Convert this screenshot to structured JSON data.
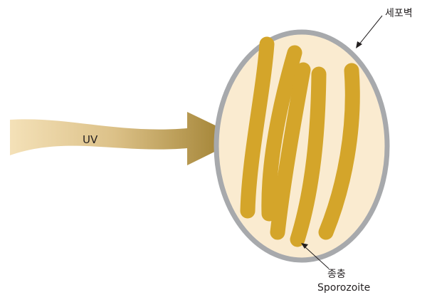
{
  "diagram": {
    "arrow_label": "UV",
    "cell_wall_label": "세포벽",
    "sporozoite_label_ko": "종충",
    "sporozoite_label_en": "Sporozoite",
    "colors": {
      "cell_fill": "#faebd0",
      "cell_wall": "#a7a9ac",
      "sporozoite": "#d4a52a",
      "arrow_start": "#f4e1b8",
      "arrow_end": "#9a7a28",
      "text": "#231f20"
    }
  }
}
